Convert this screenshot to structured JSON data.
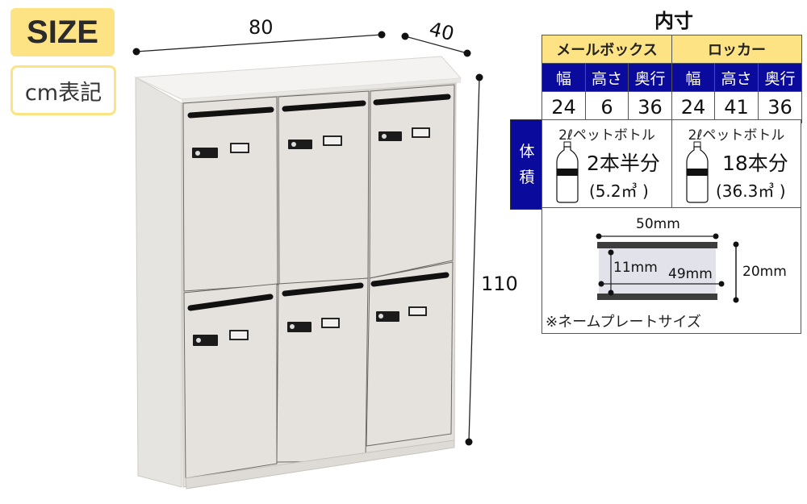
{
  "badges": {
    "size_label": "SIZE",
    "unit_label": "cm表記"
  },
  "exterior_dimensions": {
    "width": "80",
    "depth": "40",
    "height": "110"
  },
  "cabinet": {
    "description": "6-door white mailbox locker cabinet, 3 columns x 2 rows, each door with mail slot, combination lock and name plate",
    "colors": {
      "body": "#e4e1dc",
      "top": "#f1f0ee",
      "slot": "#111111"
    }
  },
  "spec": {
    "title": "内寸",
    "groups": [
      {
        "name": "メールボックス",
        "columns": [
          "幅",
          "高さ",
          "奥行"
        ],
        "values": [
          "24",
          "6",
          "36"
        ],
        "volume": {
          "caption": "2ℓペットボトル",
          "amount": "2本半分",
          "liters": "(5.2㎥ )"
        }
      },
      {
        "name": "ロッカー",
        "columns": [
          "幅",
          "高さ",
          "奥行"
        ],
        "values": [
          "24",
          "41",
          "36"
        ],
        "volume": {
          "caption": "2ℓペットボトル",
          "amount": "18本分",
          "liters": "(36.3㎥ )"
        }
      }
    ],
    "volume_label": [
      "体",
      "積"
    ],
    "colors": {
      "header_yellow": "#fde384",
      "header_blue": "#0a0a9c"
    }
  },
  "nameplate": {
    "outer_width": "50mm",
    "inner_width": "49mm",
    "inner_height": "11mm",
    "outer_height": "20mm",
    "note": "※ネームプレートサイズ"
  }
}
